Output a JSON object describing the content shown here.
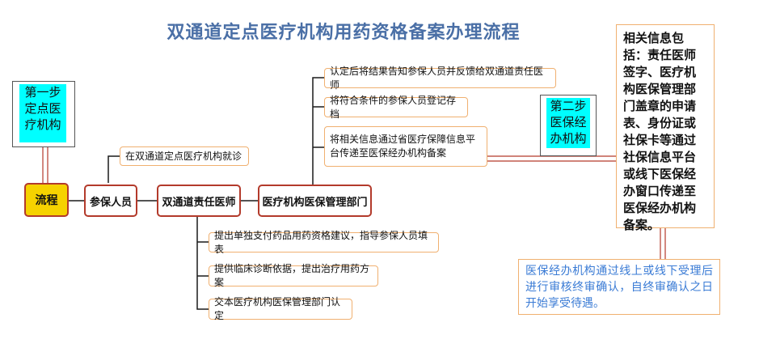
{
  "title": "双通道定点医疗机构用药资格备案办理流程",
  "step1": {
    "line1": "第一步",
    "line2": "定点医",
    "line3": "疗机构"
  },
  "step2": {
    "line1": "第二步",
    "line2": "医保经",
    "line3": "办机构"
  },
  "nodes": {
    "root": "流程",
    "insured": "参保人员",
    "doctor": "双通道责任医师",
    "dept": "医疗机构医保管理部门"
  },
  "leaves": {
    "visit": "在双通道定点医疗机构就诊",
    "dept_items": [
      "认定后将结果告知参保人员并反馈给双通道责任医师",
      "将符合条件的参保人员登记存档",
      "将相关信息通过省医疗保障信息平台传递至医保经办机构备案"
    ],
    "doctor_items": [
      "提出单独支付药品用药资格建议，指导参保人员填表",
      "提供临床诊断依据，提出治疗用药方案",
      "交本医疗机构医保管理部门认定"
    ]
  },
  "info_text": "相关信息包括：责任医师签字、医疗机构医保管理部门盖章的申请表、身份证或社保卡等通过社保信息平台或线下医保经办窗口传递至医保经办机构备案。",
  "note_text": "医保经办机构通过线上或线下受理后进行审核终审确认，自终审确认之日开始享受待遇。",
  "colors": {
    "node_border": "#b33a2b",
    "leaf_border": "#f0b070",
    "root_fill": "#f6d200",
    "step_fill": "#00ffff",
    "title": "#4a6fa6",
    "note_text": "#3a7bd5"
  }
}
